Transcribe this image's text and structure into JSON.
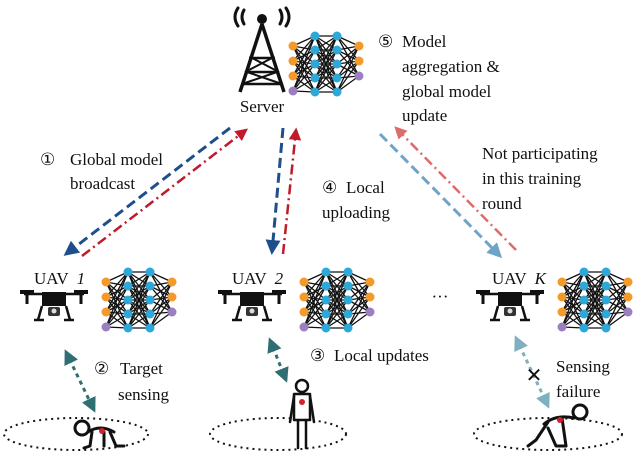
{
  "server": {
    "label": "Server"
  },
  "steps": {
    "step1": {
      "num": "①",
      "line1": "Global model",
      "line2": "broadcast"
    },
    "step2": {
      "num": "②",
      "line1": "Target",
      "line2": "sensing"
    },
    "step3": {
      "num": "③",
      "text": "Local updates"
    },
    "step4": {
      "num": "④",
      "line1": "Local",
      "line2": "uploading"
    },
    "step5": {
      "num": "⑤",
      "line1": "Model",
      "line2": "aggregation &",
      "line3": "global model",
      "line4": "update"
    }
  },
  "uavs": [
    {
      "label": "UAV",
      "index": "1"
    },
    {
      "label": "UAV",
      "index": "2"
    },
    {
      "label": "UAV",
      "index": "K"
    }
  ],
  "ellipsis": "···",
  "not_participating": {
    "line1": "Not participating",
    "line2": "in this training",
    "line3": "round"
  },
  "sensing_failure": {
    "line1": "Sensing",
    "line2": "failure"
  },
  "failure_mark": "✕",
  "colors": {
    "download_arrow": "#1f4e8c",
    "upload_arrow": "#c0192a",
    "sensing_arrow": "#2f6f73",
    "nonpart_download": "#6fa3c9",
    "nonpart_upload": "#e06a6a",
    "failure_arrow": "#7fb0bf",
    "node_blue": "#2ea8d8",
    "node_orange": "#f39a2b",
    "node_purple": "#9b7fc0",
    "target_red": "#d3202a"
  }
}
